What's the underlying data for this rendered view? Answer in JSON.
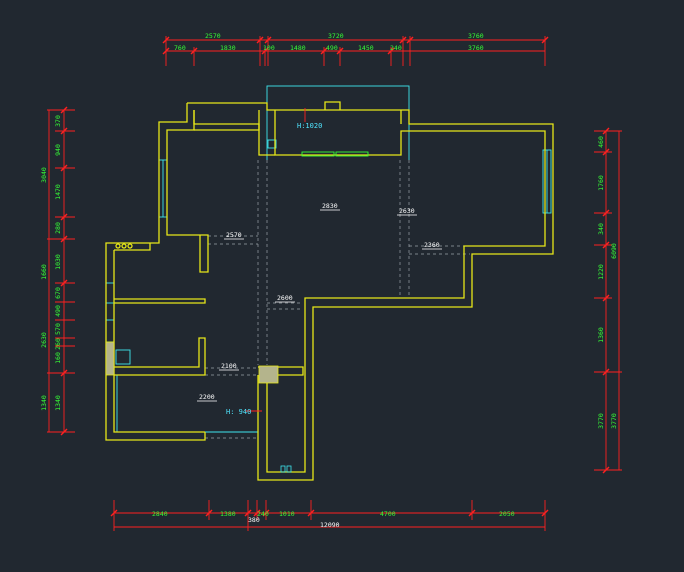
{
  "drawing": {
    "background": "#212830",
    "colors": {
      "wall": "#e6e619",
      "dimension": "#ff2020",
      "dim_text": "#35ff35",
      "window": "#3ee6ee",
      "guide": "#9aa2a8",
      "white": "#ffffff",
      "column": "#c9c9a0"
    }
  },
  "top_dims": {
    "row1": [
      "2570",
      "3720",
      "3760"
    ],
    "row2": [
      "760",
      "1830",
      "100",
      "1480",
      "490",
      "1450",
      "240",
      "3760"
    ]
  },
  "bottom_dims": {
    "segments": [
      "2840",
      "1380",
      "240",
      "1010",
      "4700",
      "2050"
    ],
    "partial": "380",
    "total": "12090"
  },
  "left_dims": {
    "inner": [
      "370",
      "940",
      "1470",
      "280",
      "1030",
      "670",
      "490",
      "570",
      "260",
      "160",
      "1340"
    ],
    "outer": [
      "3040",
      "1660",
      "2630",
      "1340"
    ]
  },
  "right_dims": {
    "inner": [
      "460",
      "1760",
      "340",
      "1220",
      "1360",
      "3770"
    ],
    "outer": [
      "6090",
      "3770"
    ]
  },
  "room_labels": [
    "H:1020",
    "2830",
    "2630",
    "2570",
    "2360",
    "2600",
    "2100",
    "2200",
    "H: 940"
  ]
}
